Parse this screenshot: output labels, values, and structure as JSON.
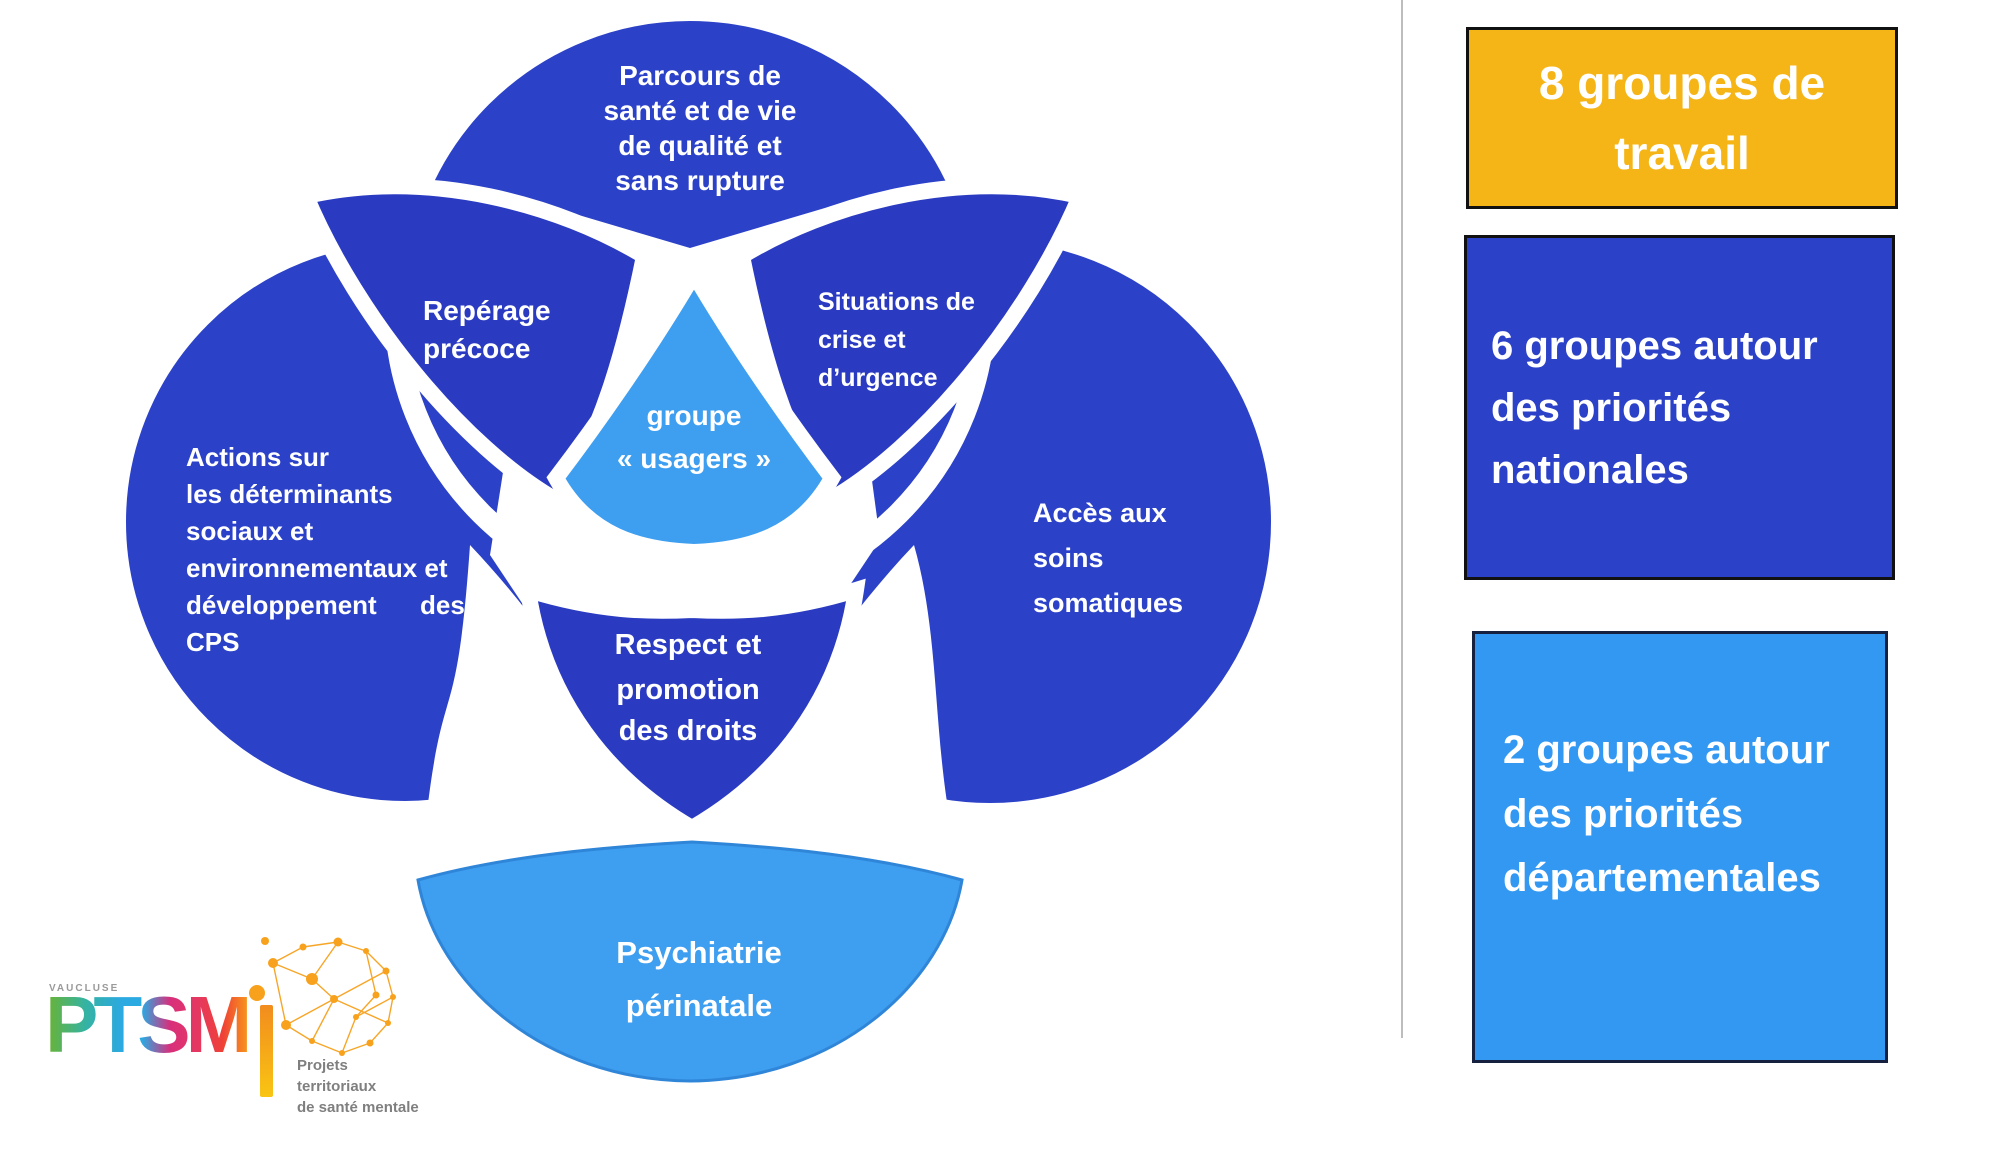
{
  "colors": {
    "dark_blue": "#2B41C8",
    "petal_blue": "#2A3BC2",
    "light_blue": "#3E9EF0",
    "panel_light_blue": "#3398F2",
    "yellow": "#F5B517",
    "divider_gray": "#BDBDBD",
    "bottom_outline_blue": "#2F86D8"
  },
  "venn": {
    "top_circle": {
      "lines": [
        "Parcours de",
        "santé et de vie",
        "de qualité et",
        "sans rupture"
      ]
    },
    "left_circle": {
      "lines": [
        "Actions sur",
        "les déterminants",
        "sociaux et",
        "environnementaux et",
        "développement",
        "des",
        "CPS"
      ]
    },
    "right_circle": {
      "lines": [
        "Accès aux",
        "soins",
        "somatiques"
      ]
    },
    "bottom_circle": {
      "lines": [
        "Psychiatrie",
        "périnatale"
      ]
    },
    "petal_top_left": {
      "lines": [
        "Repérage",
        "précoce"
      ]
    },
    "petal_top_right": {
      "lines": [
        "Situations de",
        "crise et",
        "d’urgence"
      ]
    },
    "petal_bottom": {
      "lines": [
        "Respect et",
        "promotion",
        "des droits"
      ]
    },
    "center": {
      "lines": [
        "groupe",
        "« usagers »"
      ]
    }
  },
  "panel": {
    "work_groups": {
      "lines": [
        "8 groupes de",
        "travail"
      ]
    },
    "national": {
      "lines": [
        "6 groupes autour",
        "des priorités",
        "nationales"
      ]
    },
    "departmental": {
      "lines": [
        "2 groupes autour",
        "des priorités",
        "départementales"
      ]
    }
  },
  "logo": {
    "region": "VAUCLUSE",
    "acronym": "PTSM",
    "caption_lines": [
      "Projets",
      "territoriaux",
      "de santé mentale"
    ]
  }
}
